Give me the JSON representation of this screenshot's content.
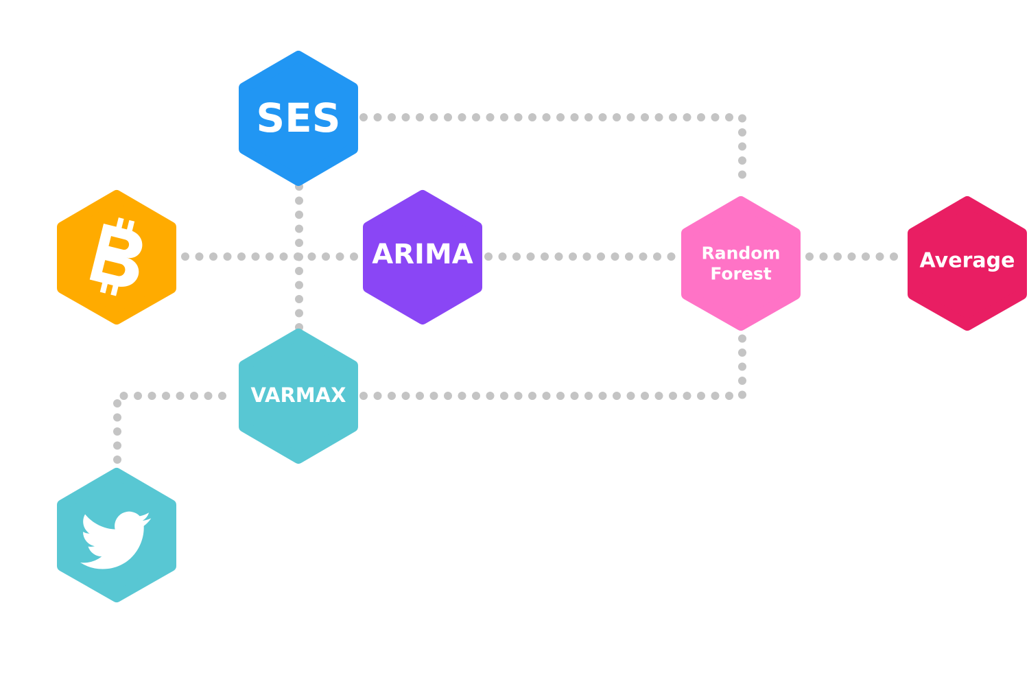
{
  "nodes": {
    "ses": {
      "label": "SES",
      "color": "#2196f3"
    },
    "arima": {
      "label": "ARIMA",
      "color": "#8a46f5"
    },
    "varmax": {
      "label": "VARMAX",
      "color": "#58c7d3"
    },
    "random_forest": {
      "label_line1": "Random",
      "label_line2": "Forest",
      "color": "#ff73c6"
    },
    "average": {
      "label": "Average",
      "color": "#e91e63"
    },
    "bitcoin": {
      "icon": "bitcoin-icon",
      "color": "#ffab00"
    },
    "twitter": {
      "icon": "twitter-bird-icon",
      "color": "#58c7d3"
    }
  },
  "connector_color": "#c4c4c4"
}
